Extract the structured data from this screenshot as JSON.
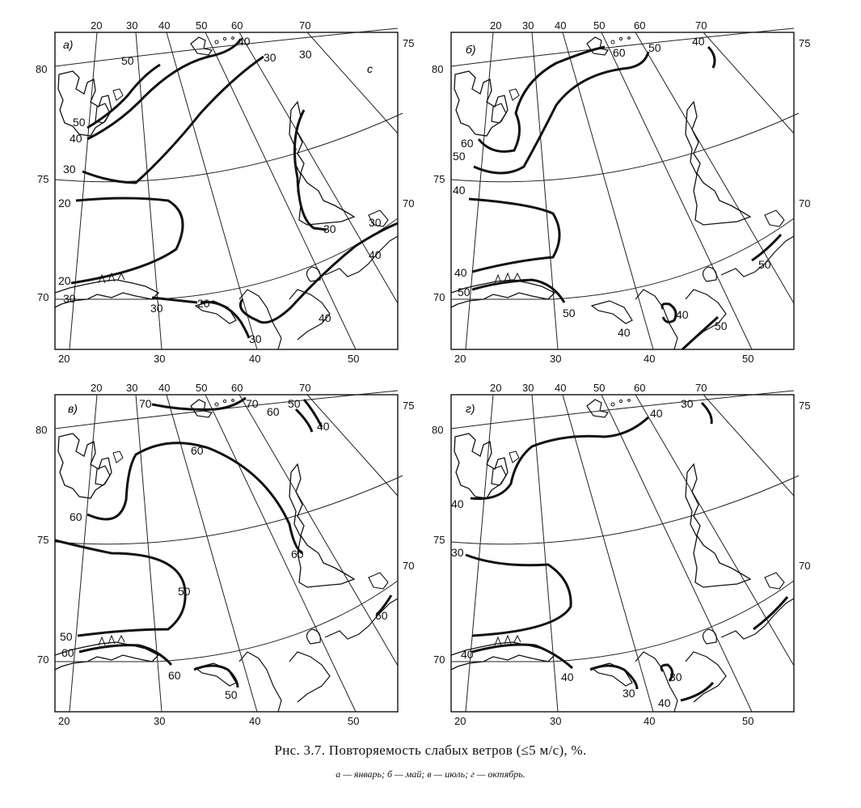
{
  "figure": {
    "title": "Рнс. 3.7. Повторяемость слабых ветров (≤5 м/с), %.",
    "subtitle": "а — январь; б — май; в — июль; г — октябрь.",
    "ink_color": "#111111"
  },
  "panels": [
    {
      "letter": "а)",
      "top_lon_labels": [
        "20",
        "30",
        "40",
        "50",
        "60",
        "70"
      ],
      "bottom_lon_labels": [
        "20",
        "30",
        "40",
        "50"
      ],
      "left_lat_labels": [
        "80",
        "75",
        "70"
      ],
      "right_lat_labels": [
        "75",
        "70"
      ],
      "misc_label": "с",
      "isoline_labels": [
        "50",
        "40",
        "30",
        "30",
        "50",
        "40",
        "30",
        "20",
        "20",
        "30",
        "30",
        "20",
        "30",
        "40",
        "40",
        "30",
        "30"
      ]
    },
    {
      "letter": "б)",
      "top_lon_labels": [
        "20",
        "30",
        "40",
        "50",
        "60",
        "70"
      ],
      "bottom_lon_labels": [
        "20",
        "30",
        "40",
        "50"
      ],
      "left_lat_labels": [
        "80",
        "75",
        "70"
      ],
      "right_lat_labels": [
        "75",
        "70"
      ],
      "isoline_labels": [
        "60",
        "50",
        "40",
        "60",
        "50",
        "40",
        "40",
        "50",
        "50",
        "40",
        "40",
        "50",
        "50"
      ]
    },
    {
      "letter": "в)",
      "top_lon_labels": [
        "20",
        "30",
        "40",
        "50",
        "60",
        "70"
      ],
      "bottom_lon_labels": [
        "20",
        "30",
        "40",
        "50"
      ],
      "left_lat_labels": [
        "80",
        "75",
        "70"
      ],
      "right_lat_labels": [
        "75",
        "70"
      ],
      "isoline_labels": [
        "70",
        "70",
        "60",
        "50",
        "40",
        "60",
        "60",
        "60",
        "50",
        "50",
        "60",
        "60",
        "50",
        "60"
      ]
    },
    {
      "letter": "г)",
      "top_lon_labels": [
        "20",
        "30",
        "40",
        "50",
        "60",
        "70"
      ],
      "bottom_lon_labels": [
        "20",
        "30",
        "40",
        "50"
      ],
      "left_lat_labels": [
        "80",
        "75",
        "70"
      ],
      "right_lat_labels": [
        "75",
        "70"
      ],
      "isoline_labels": [
        "40",
        "30",
        "40",
        "30",
        "40",
        "40",
        "30",
        "30",
        "40"
      ]
    }
  ]
}
